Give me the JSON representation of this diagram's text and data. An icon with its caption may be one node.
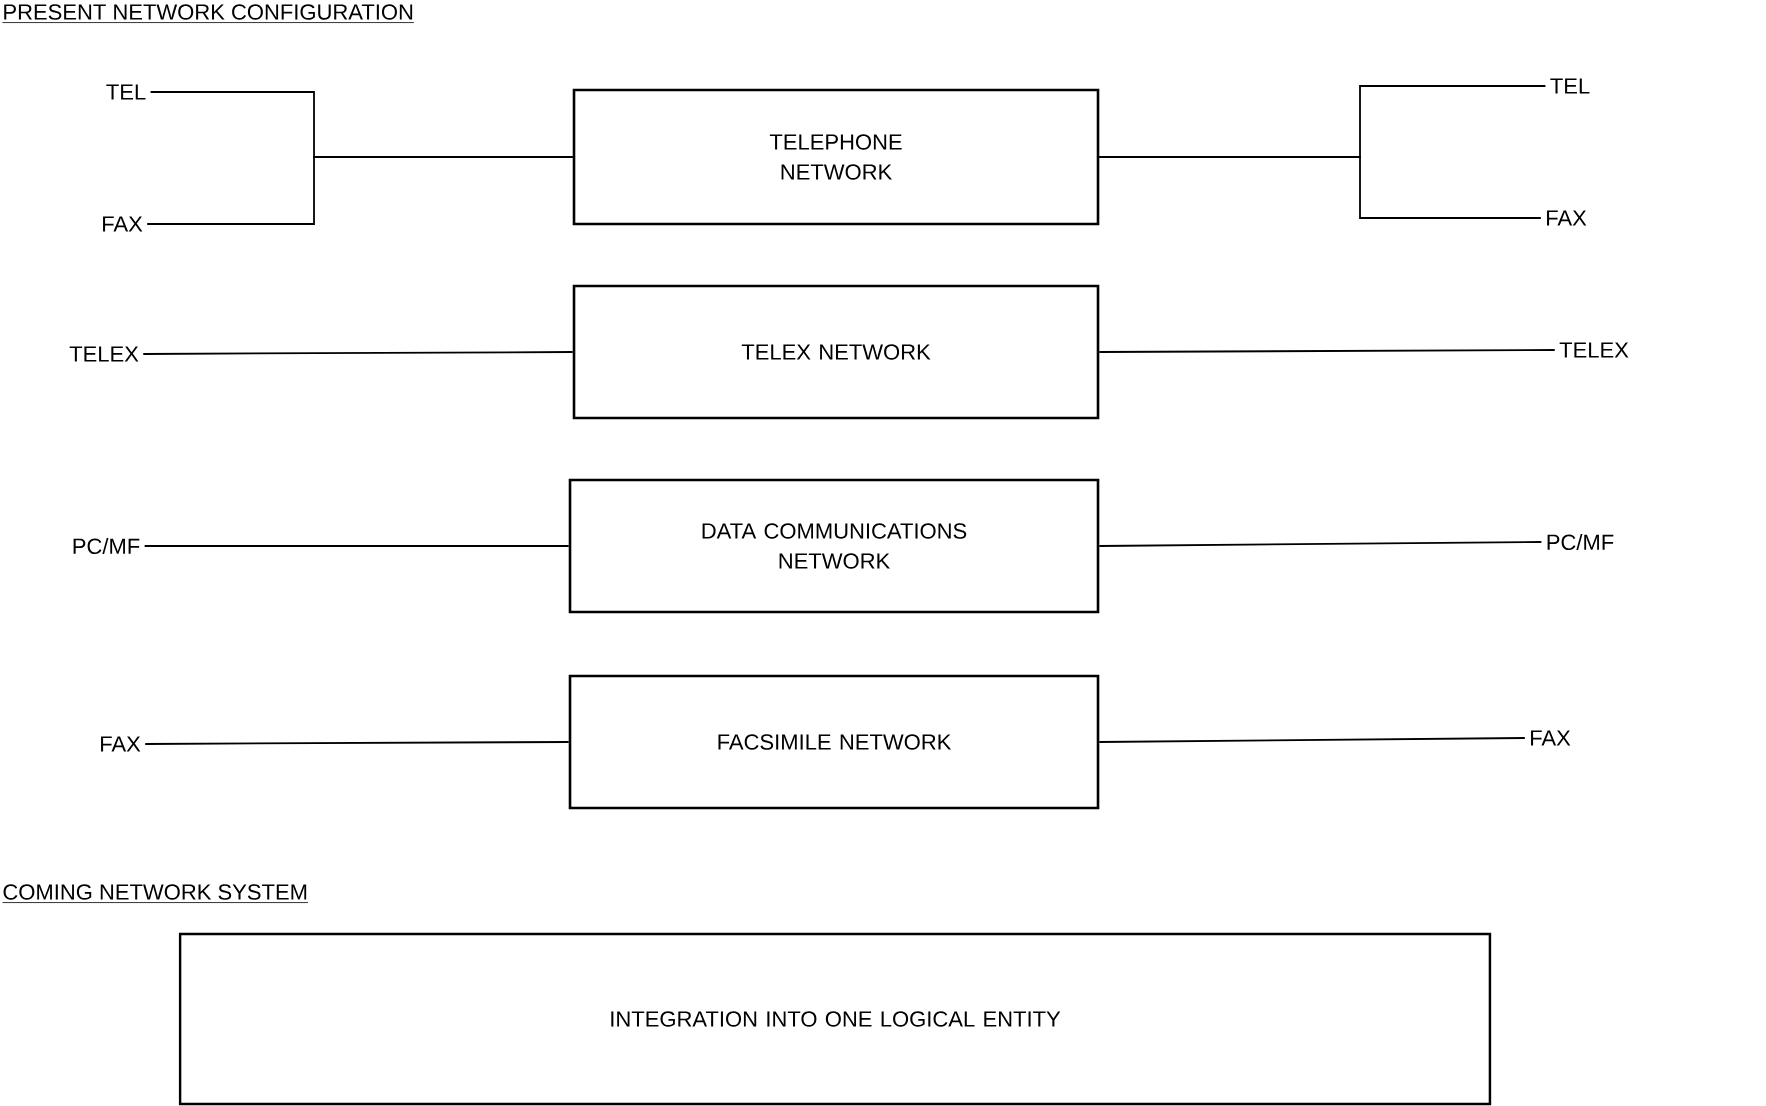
{
  "diagram": {
    "nodes": [
      {
        "text": [
          "TEL"
        ]
      },
      {
        "text": [
          "FAX"
        ]
      },
      {
        "text": [
          "TELEPHONE NETWORK"
        ]
      },
      {
        "text": [
          "TEL"
        ]
      },
      {
        "text": [
          "FAX"
        ]
      },
      {
        "text": [
          "TELEX"
        ]
      },
      {
        "text": [
          "TELEX NETWORK"
        ]
      },
      {
        "text": [
          "TELEX"
        ]
      },
      {
        "text": [
          "PC/MF"
        ]
      },
      {
        "text": [
          "DATA COMMUNICATIONS NETWORK"
        ]
      },
      {
        "text": [
          "PC/MF"
        ]
      },
      {
        "text": [
          "FAX"
        ]
      },
      {
        "text": [
          "FACSIMILE NETWORK"
        ]
      },
      {
        "text": [
          "FAX"
        ]
      },
      {
        "text": [
          "INTEGRATION INTO ONE LOGICAL ENTITY"
        ]
      }
    ],
    "edges": [
      {
        "from": 0,
        "to": 2,
        "arrow": "none"
      },
      {
        "from": 1,
        "to": 2,
        "arrow": "none"
      },
      {
        "from": 2,
        "to": 3,
        "arrow": "none"
      },
      {
        "from": 2,
        "to": 4,
        "arrow": "none"
      },
      {
        "from": 5,
        "to": 6,
        "arrow": "none"
      },
      {
        "from": 6,
        "to": 7,
        "arrow": "none"
      },
      {
        "from": 8,
        "to": 9,
        "arrow": "none"
      },
      {
        "from": 9,
        "to": 10,
        "arrow": "none"
      },
      {
        "from": 11,
        "to": 12,
        "arrow": "none"
      },
      {
        "from": 12,
        "to": 13,
        "arrow": "none"
      }
    ],
    "labels": [
      "PRESENT NETWORK CONFIGURATION",
      "COMING NETWORK SYSTEM"
    ]
  }
}
